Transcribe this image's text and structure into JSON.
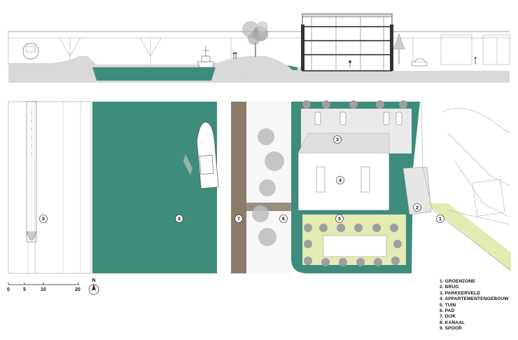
{
  "legend": [
    "1. GROENZONE",
    "2. BRUG",
    "3. PARKEERVELD",
    "4. APPARTEMENTENGEBOUW",
    "5. TUIN",
    "6. PAD",
    "7. DIJK",
    "8. KANAAL",
    "9. SPOOR"
  ],
  "markers": [
    "1",
    "2",
    "3",
    "4",
    "5",
    "6",
    "7",
    "8",
    "9"
  ],
  "scale": {
    "ticks": [
      "0",
      "5",
      "10",
      "20"
    ]
  },
  "north": "N",
  "colors": {
    "water": "#3e8c7c",
    "dike": "#8a7d68",
    "green_zone": "#e3ebb3",
    "ground": "#d8d8d8",
    "line": "#555555"
  },
  "icons": [
    "north-arrow-icon",
    "boat-icon",
    "tree-icon",
    "car-icon",
    "train-icon"
  ]
}
